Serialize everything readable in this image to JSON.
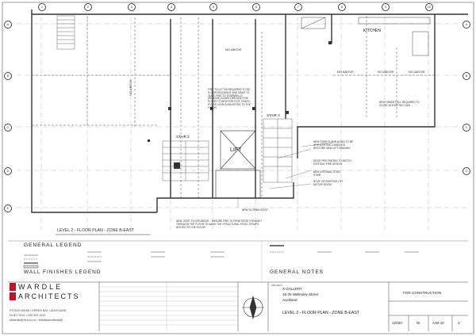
{
  "plan": {
    "title": "LEVEL 2 - FLOOR PLAN - ZONE B-EAST",
    "rooms": {
      "kitchen": "KITCHEN",
      "lift": "LIFT",
      "stair2": "STAIR 2",
      "stair3": "STAIR 3"
    },
    "no_above": [
      "NO ABOVE",
      "NO ABOVE",
      "NO ABOVE",
      "NO ABOVE",
      "NO ABOVE"
    ],
    "annotations": [
      "FIRE TO LIFT AS REQUIRED TO BE FLOOR SEQUENCE AND MAKE TO SUITE FIRE TO STAIRWELLS (REMOVE) DOWN THROUGH THE FLOOR TO NEW FIRE EXIT STAIRS FLOOR LEVELS ADJUSTED TO THE FLOOR",
      "NEW GRADE FALL REQUIRED TO CLOSE IN EXISTING VOID",
      "NEW STAIR FLOOR ALIGN TO BE SITE EXISTING LANDINGS RESTORE NEW LIFT FRAMING",
      "DOOR FIRE RATING TO MATCH EXISTING FIRE DESIGN",
      "NEW INTERNAL STEEL STAIR",
      "ROOF OF EXISTING LIFT MOTOR ROOM",
      "NEW SLOPING ROOF",
      "NEW 'JOIST FLOOR ABOVE' - ENSURE FIRE TO PENETRATE STRAIGHT THROUGH THE FLOOR TO MAKE THE STRUCTURAL STEEL STRAPS BOLTED TO THE FLOOR"
    ]
  },
  "legend": {
    "general_title": "GENERAL LEGEND",
    "wall_title": "WALL FINISHES LEGEND",
    "notes_title": "GENERAL NOTES"
  },
  "company": {
    "name_line1": "WARDLE",
    "name_line2": "ARCHITECTS",
    "po_box": "PO BOX 80166",
    "area": "GREEN BAY",
    "city": "AUCKLAND",
    "phone": "09 817 9211",
    "mobile": "029 303 1010",
    "email": "AWardle@Xtra.co.nz",
    "web": "Wardlearchitects@..."
  },
  "project": {
    "label": "PROJECT",
    "name": "X-GALLERY",
    "address": "15-26 Wellesley Street",
    "city": "Auckland",
    "sheet_title": "LEVEL 2 - FLOOR PLAN - ZONE B-EAST"
  },
  "titleblock": {
    "status": "FOR CONSTRUCTION",
    "job_no": "12030",
    "stage": "W",
    "sheet_no": "A30-10",
    "revision": "3"
  },
  "colors": {
    "line": "#3a3a3a",
    "grid": "#777777",
    "accent_red": "#c8102e"
  }
}
